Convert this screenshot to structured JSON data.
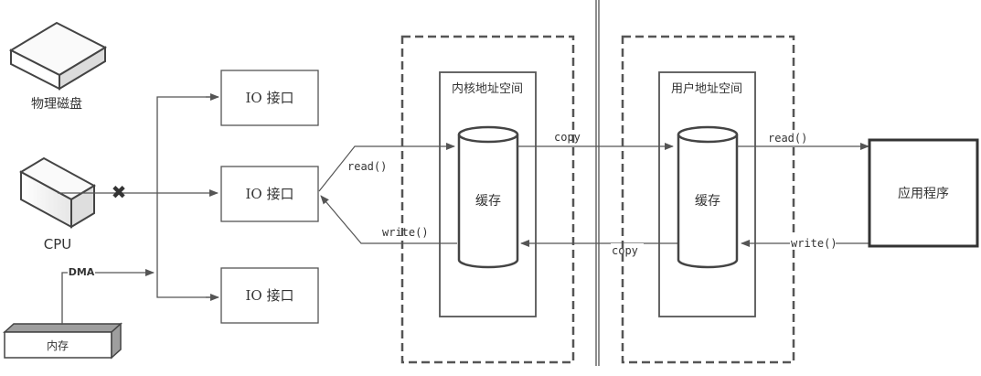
{
  "diagram": {
    "type": "io-data-flow",
    "colors": {
      "line": "#555555",
      "box_border": "#555555",
      "dashed_border": "#555555",
      "shade": "#bdbdbd",
      "background": "#ffffff"
    },
    "devices": {
      "disk": {
        "label": "物理磁盘",
        "icon": "disk-icon"
      },
      "cpu": {
        "label": "CPU",
        "icon": "cpu-icon",
        "blocked_marker": "✖"
      },
      "memory": {
        "label": "内存",
        "icon": "memory-icon"
      },
      "dma_label": "DMA"
    },
    "io_interfaces": [
      {
        "label": "IO 接口"
      },
      {
        "label": "IO 接口"
      },
      {
        "label": "IO 接口"
      }
    ],
    "kernel_space": {
      "title": "内核地址空间",
      "buffer_label": "缓存"
    },
    "user_space": {
      "title": "用户地址空间",
      "buffer_label": "缓存"
    },
    "application": {
      "label": "应用程序"
    },
    "edges": {
      "io_to_kernel": "read()",
      "kernel_to_io": "write()",
      "kernel_to_user": "copy",
      "user_to_kernel": "copy",
      "user_to_app": "read()",
      "app_to_user": "write()"
    }
  }
}
